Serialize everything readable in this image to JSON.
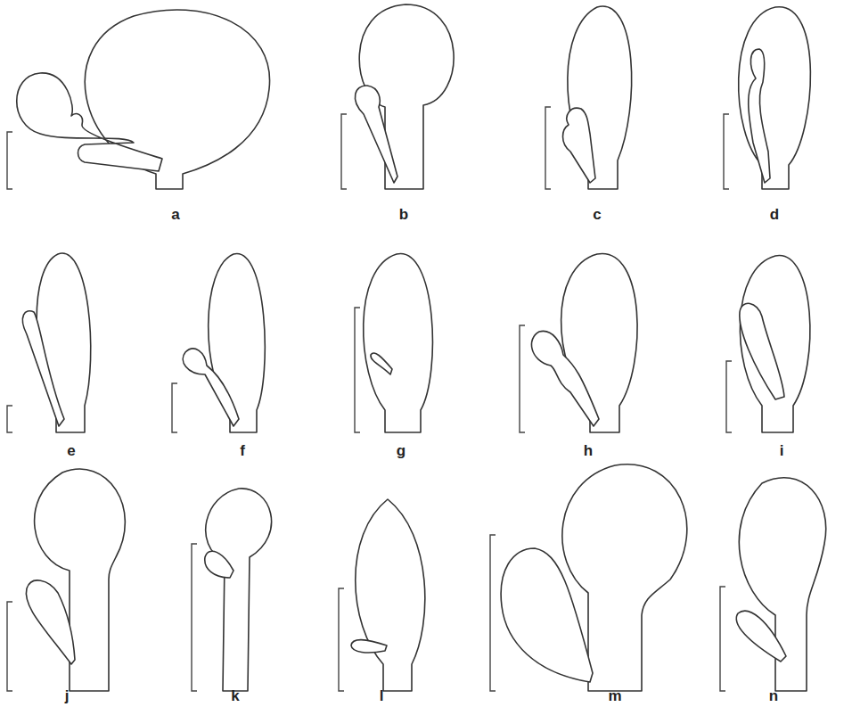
{
  "diagram": {
    "labels": [
      "a",
      "b",
      "c",
      "d",
      "e",
      "f",
      "g",
      "h",
      "i",
      "j",
      "k",
      "l",
      "m",
      "n"
    ]
  }
}
